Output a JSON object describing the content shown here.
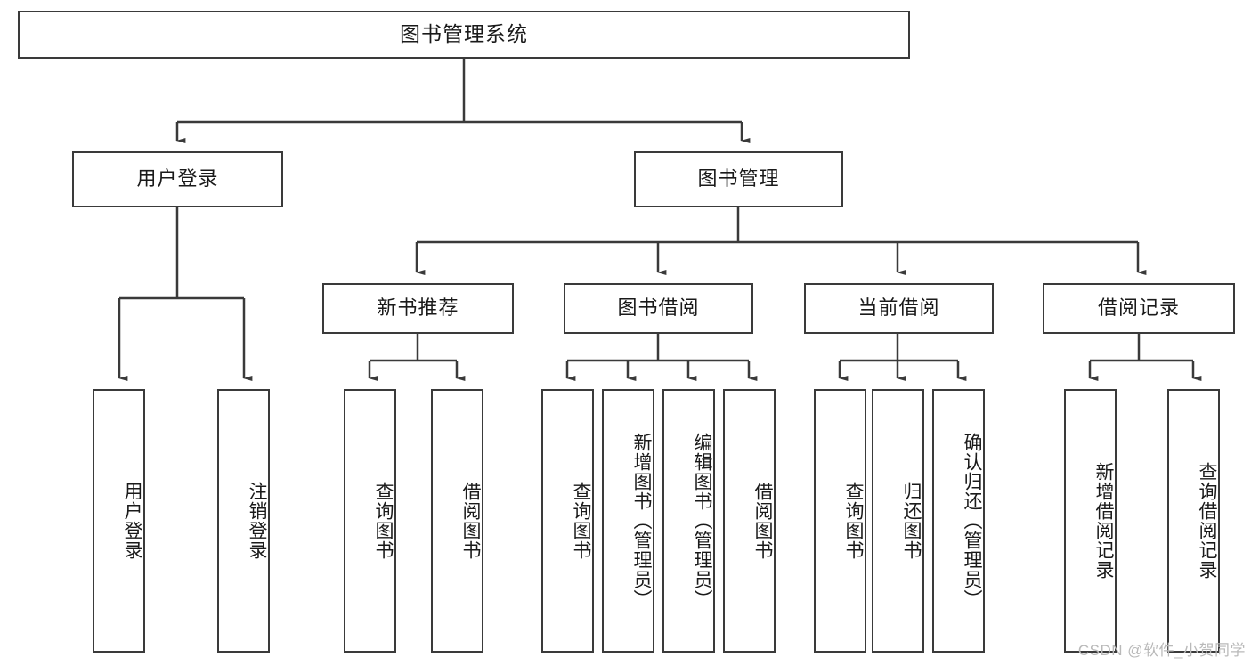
{
  "diagram": {
    "title": "图书管理系统",
    "watermark": "CSDN @软件_小贺同学",
    "stroke_color": "#3a3a3a",
    "text_color": "#1a1a1a",
    "background": "#ffffff",
    "watermark_color": "#b9b9b9"
  },
  "nodes": {
    "root": {
      "label": "图书管理系统"
    },
    "level1": [
      {
        "label": "用户登录"
      },
      {
        "label": "图书管理"
      }
    ],
    "level2": [
      {
        "label": "新书推荐"
      },
      {
        "label": "图书借阅"
      },
      {
        "label": "当前借阅"
      },
      {
        "label": "借阅记录"
      }
    ],
    "leaves": {
      "user_login": [
        {
          "label": "用户登录"
        },
        {
          "label": "注销登录"
        }
      ],
      "new_book_recommend": [
        {
          "label": "查询图书"
        },
        {
          "label": "借阅图书"
        }
      ],
      "book_borrow": [
        {
          "label": "查询图书"
        },
        {
          "label": "新增图书（管理员）"
        },
        {
          "label": "编辑图书（管理员）"
        },
        {
          "label": "借阅图书"
        }
      ],
      "current_borrow": [
        {
          "label": "查询图书"
        },
        {
          "label": "归还图书"
        },
        {
          "label": "确认归还（管理员）"
        }
      ],
      "borrow_record": [
        {
          "label": "新增借阅记录"
        },
        {
          "label": "查询借阅记录"
        }
      ]
    }
  }
}
